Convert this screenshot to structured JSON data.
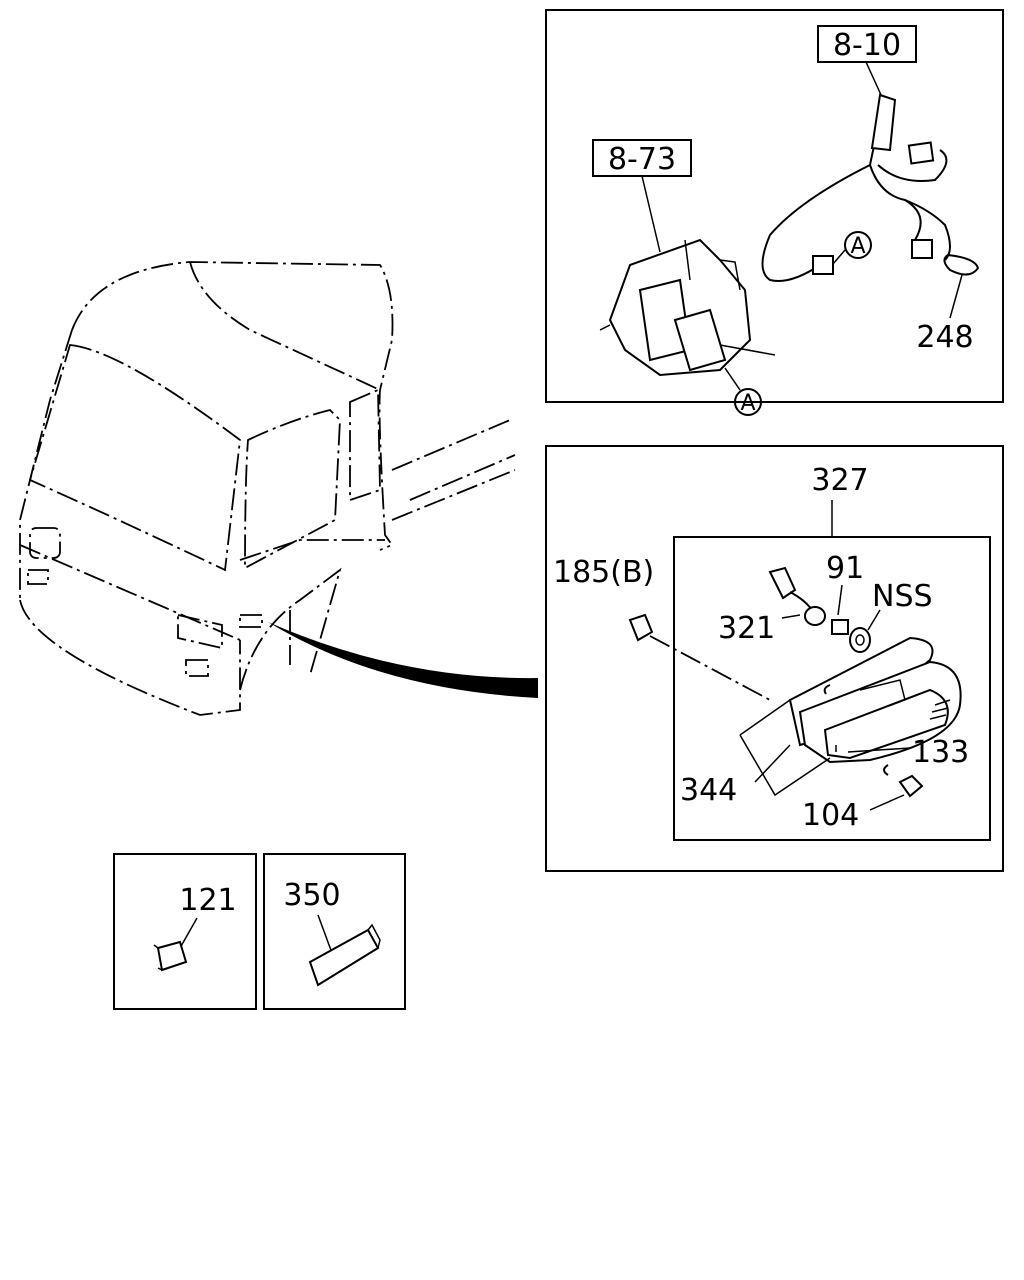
{
  "labels": {
    "ref_8_10": "8-10",
    "ref_8_73": "8-73",
    "callout_a": "A",
    "p248": "248",
    "p327": "327",
    "p185": "185(B)",
    "p91": "91",
    "nss": "NSS",
    "p321": "321",
    "p133": "133",
    "p344": "344",
    "p104": "104",
    "p121": "121",
    "p350": "350"
  }
}
